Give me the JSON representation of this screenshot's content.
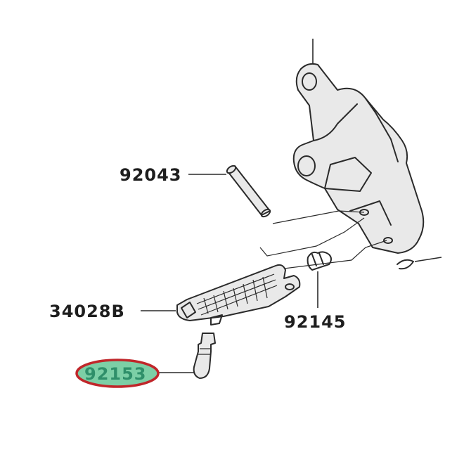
{
  "callouts": {
    "pin": "92043",
    "footpeg": "34028B",
    "spring": "92145",
    "bolt": "92153"
  },
  "colors": {
    "highlight_fill": "#7ccfa6",
    "highlight_ring": "#c0262a",
    "ink": "#2a2a2a"
  }
}
